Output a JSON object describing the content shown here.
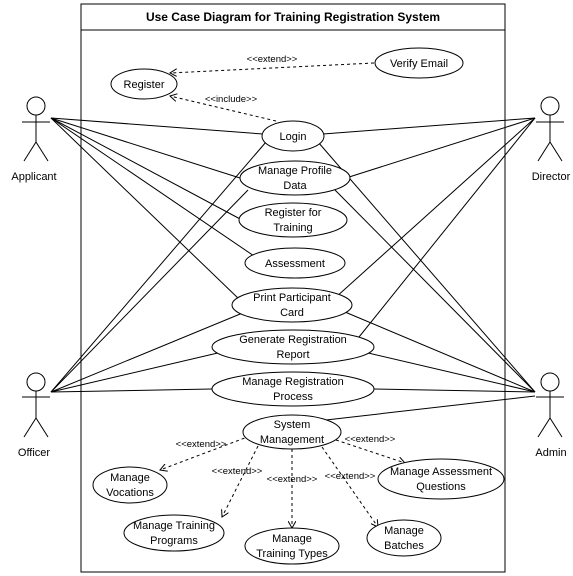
{
  "title": "Use Case Diagram for Training Registration System",
  "actors": {
    "applicant": "Applicant",
    "director": "Director",
    "officer": "Officer",
    "admin": "Admin"
  },
  "use_cases": {
    "register": [
      "Register"
    ],
    "verify_email": [
      "Verify Email"
    ],
    "login": [
      "Login"
    ],
    "manage_profile": [
      "Manage Profile",
      "Data"
    ],
    "register_training": [
      "Register for",
      "Training"
    ],
    "assessment": [
      "Assessment"
    ],
    "print_card": [
      "Print Participant",
      "Card"
    ],
    "gen_report": [
      "Generate Registration",
      "Report"
    ],
    "manage_process": [
      "Manage Registration",
      "Process"
    ],
    "system_mgmt": [
      "System",
      "Management"
    ],
    "manage_vocations": [
      "Manage",
      "Vocations"
    ],
    "manage_programs": [
      "Manage Training",
      "Programs"
    ],
    "manage_types": [
      "Manage",
      "Training Types"
    ],
    "manage_batches": [
      "Manage",
      "Batches"
    ],
    "manage_questions": [
      "Manage Assessment",
      "Questions"
    ]
  },
  "stereotypes": {
    "extend": "<<extend>>",
    "include": "<<include>>"
  }
}
